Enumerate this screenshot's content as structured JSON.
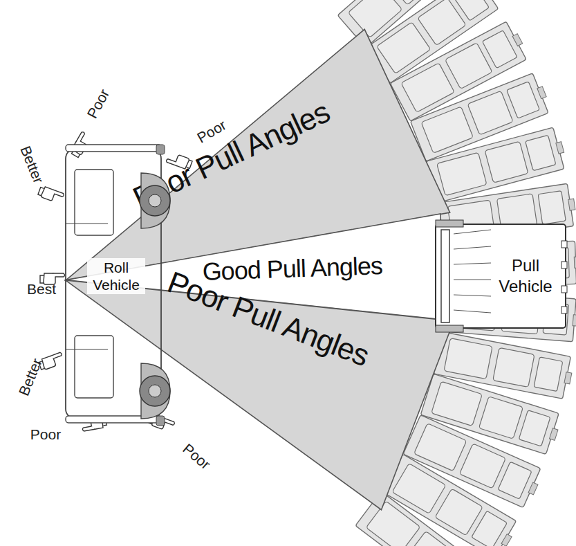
{
  "diagram": {
    "nodes": [
      {
        "text": [
          "Roll Vehicle"
        ]
      },
      {
        "text": [
          "Poor Pull Angles"
        ]
      },
      {
        "text": [
          "Good Pull Angles"
        ]
      },
      {
        "text": [
          "Poor Pull Angles"
        ]
      },
      {
        "text": [
          "Pull Vehicle"
        ]
      }
    ],
    "labels": [
      "Poor",
      "Better",
      "Poor",
      "Best",
      "Better",
      "Poor",
      "Poor"
    ]
  }
}
